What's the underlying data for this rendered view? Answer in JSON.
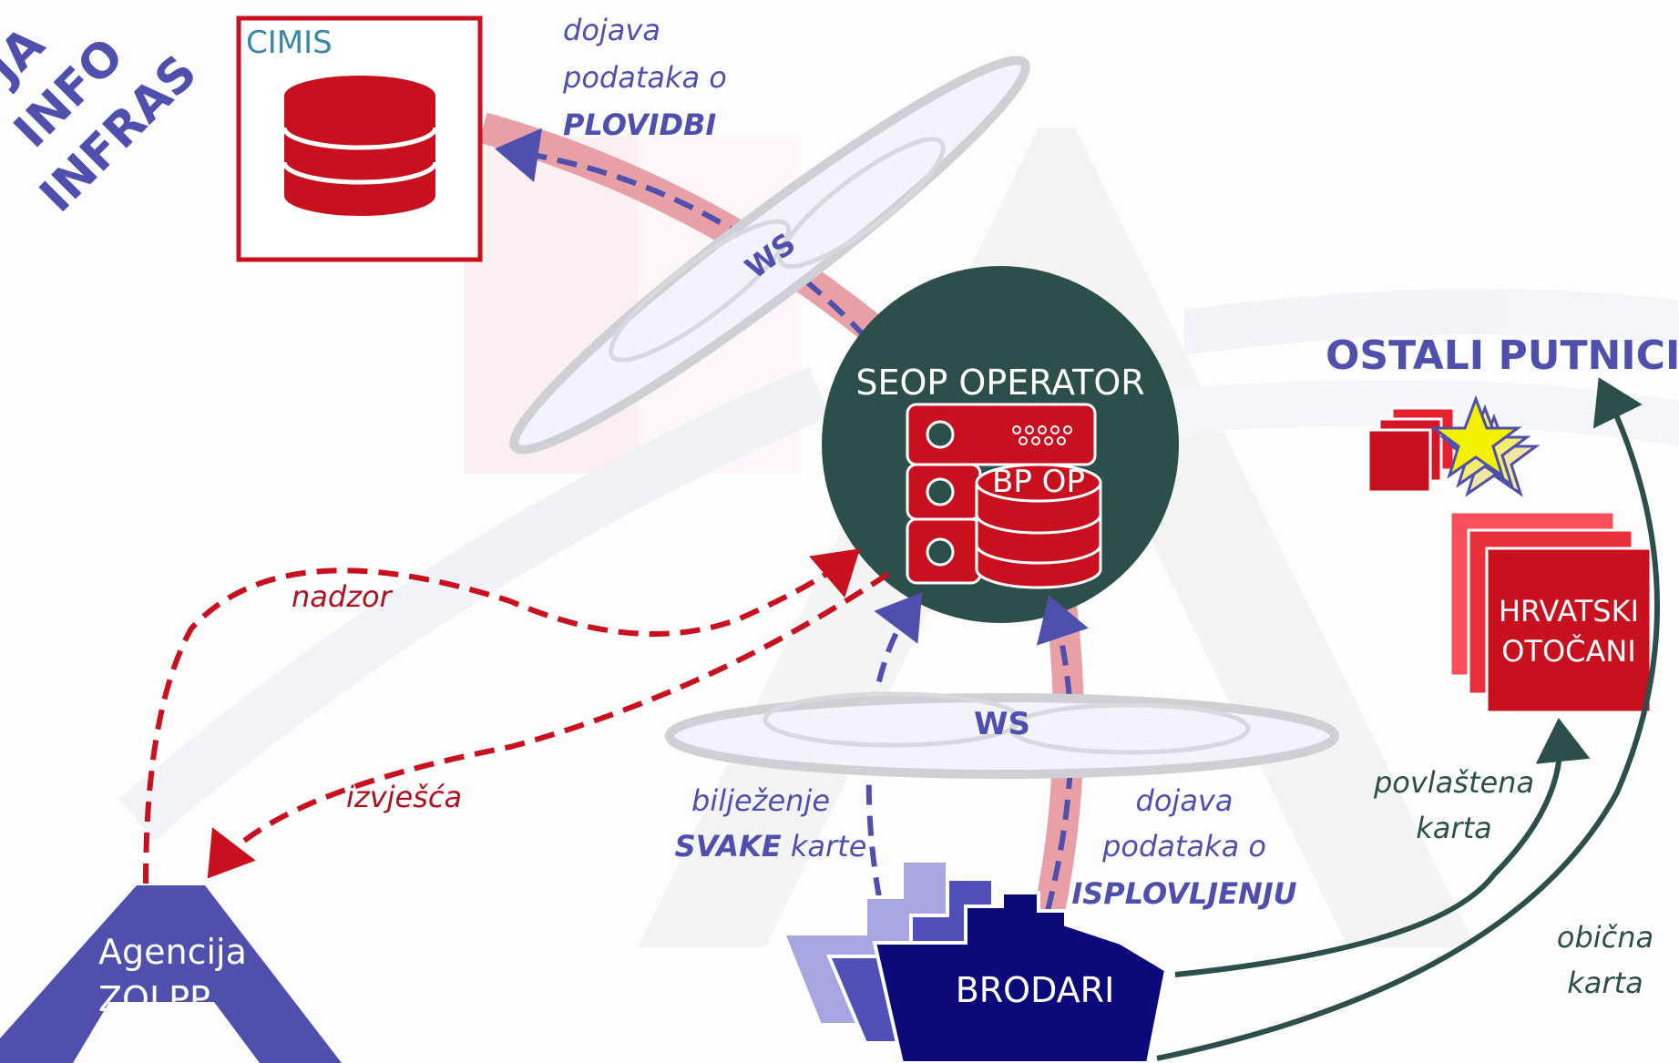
{
  "colors": {
    "purple": "#4f4fae",
    "red": "#c8101e",
    "dark_red_text": "#b01020",
    "teal": "#2d4f4b",
    "navy": "#0c0a7a",
    "pink_band": "#e8a0a6",
    "cimis_text": "#3a86a8"
  },
  "corner_text": {
    "line1": "JA",
    "line2": "INFO",
    "line3": "INFRAS"
  },
  "cimis": {
    "title": "CIMIS",
    "icon": "database-icon"
  },
  "top_label": {
    "line1": "dojava",
    "line2": "podataka o",
    "line3": "PLOVIDBI"
  },
  "ws_top": "WS",
  "ws_bottom": "WS",
  "center": {
    "title": "SEOP OPERATOR",
    "db_label": "BP OP",
    "icon": "server-icon"
  },
  "ostali": {
    "title": "OSTALI PUTNICI"
  },
  "otocani": {
    "line1": "HRVATSKI",
    "line2": "OTOČANI"
  },
  "povlastena": {
    "line1": "povlaštena",
    "line2": "karta"
  },
  "obicna": {
    "line1": "obična",
    "line2": "karta"
  },
  "nadzor": "nadzor",
  "izvjesca": "izvješća",
  "biljezenje": {
    "line1": "bilježenje",
    "line2_bold": "SVAKE",
    "line2_rest": " karte"
  },
  "isplovljenje": {
    "line1": "dojava",
    "line2": "podataka o",
    "line3": "ISPLOVLJENJU"
  },
  "brodari": "BRODARI",
  "agencija": {
    "line1": "Agencija",
    "line2": "ZOLPP"
  }
}
